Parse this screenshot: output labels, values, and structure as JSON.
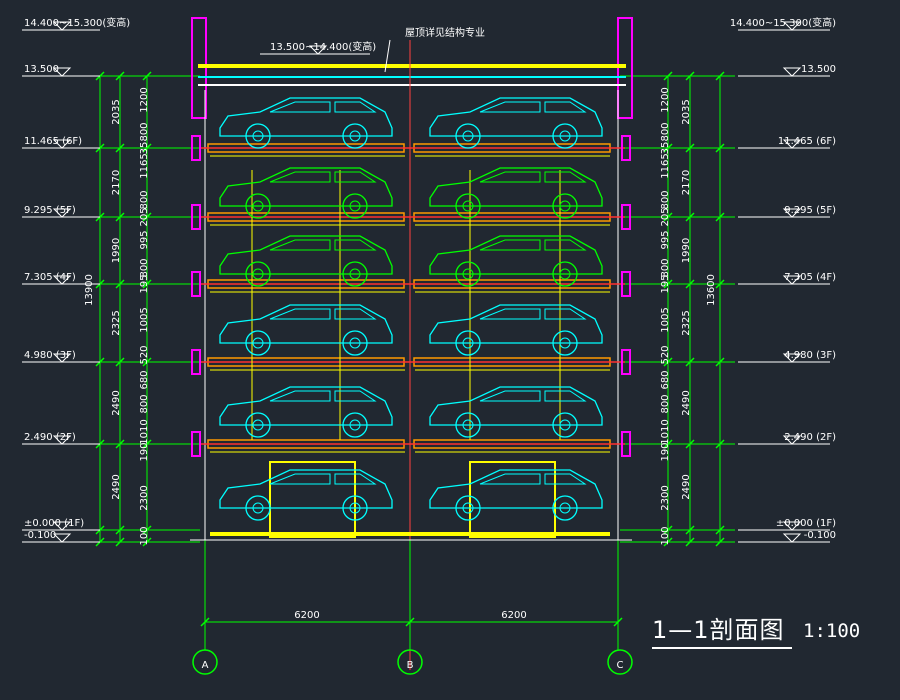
{
  "title": "1—1剖面图",
  "scale": "1:100",
  "roof_note": "屋顶详见结构专业",
  "roof_range_label": "13.500~14.400(变高)",
  "levels": [
    {
      "elev": "14.400~15.300(变高)",
      "key": "top"
    },
    {
      "elev": "13.500",
      "key": "roof"
    },
    {
      "elev": "11.465 (6F)",
      "key": "f6"
    },
    {
      "elev": "9.295 (5F)",
      "key": "f5"
    },
    {
      "elev": "7.305 (4F)",
      "key": "f4"
    },
    {
      "elev": "4.980 (3F)",
      "key": "f3"
    },
    {
      "elev": "2.490 (2F)",
      "key": "f2"
    },
    {
      "elev": "±0.000 (1F)",
      "key": "f1"
    },
    {
      "elev": "-0.100",
      "key": "base"
    }
  ],
  "dims_outer": [
    "2035",
    "2170",
    "1990",
    "2325",
    "2490",
    "2490"
  ],
  "dims_total": "13600",
  "dims_left_total": "13900",
  "dims_inner": [
    "1200",
    "800",
    "35",
    "1165",
    "800",
    "205",
    "995",
    "800",
    "195",
    "1005",
    "520",
    "680",
    "800",
    "1010",
    "190",
    "2300",
    "100"
  ],
  "spans": [
    "6200",
    "6200"
  ],
  "axes": [
    "A",
    "B",
    "C"
  ],
  "colors": {
    "background": "#212831",
    "text": "#ffffff",
    "dimension": "#00ff00",
    "car_cyan": "#00ffff",
    "car_green": "#00ff00",
    "frame_yellow": "#ffff00",
    "frame_orange": "#ff9900",
    "slab_red": "#ff3030",
    "wall_magenta": "#ff00ff",
    "axis_red": "#ff4040"
  }
}
